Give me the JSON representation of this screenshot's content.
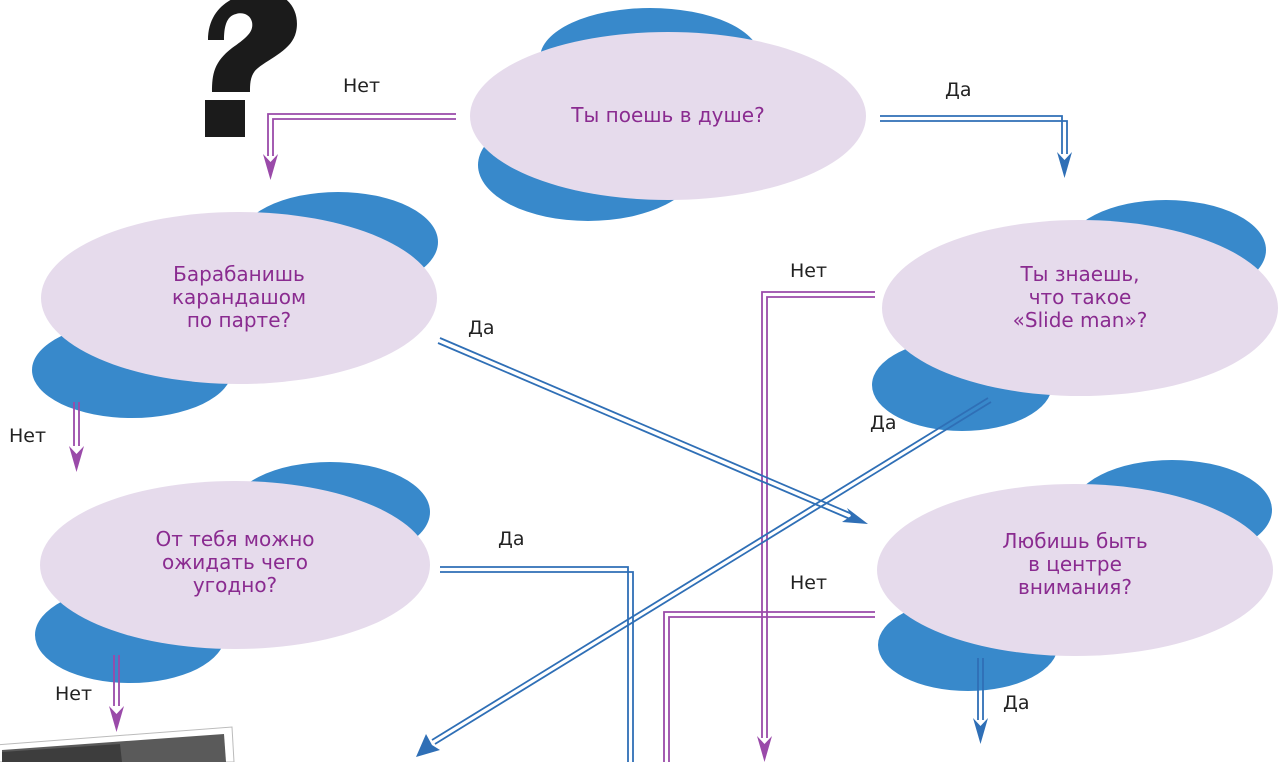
{
  "colors": {
    "bubble_fill": "#e6dbec",
    "shadow_fill": "#3889cb",
    "question_text": "#8a2b90",
    "no_arrow": "#9a4aa9",
    "yes_arrow": "#2f6fb6",
    "label_text": "#222222"
  },
  "decoration": {
    "symbol": "?"
  },
  "questions": {
    "q1": "Ты поешь в душе?",
    "q2": "Барабанишь\nкарандашом\nпо парте?",
    "q3": "Ты знаешь,\nчто такое\n«Slide man»?",
    "q4": "От тебя можно\nожидать чего\nугодно?",
    "q5": "Любишь быть\nв центре\nвнимания?"
  },
  "labels": {
    "yes": "Да",
    "no": "Нет"
  },
  "photo": {
    "icon": "photo-fragment"
  }
}
